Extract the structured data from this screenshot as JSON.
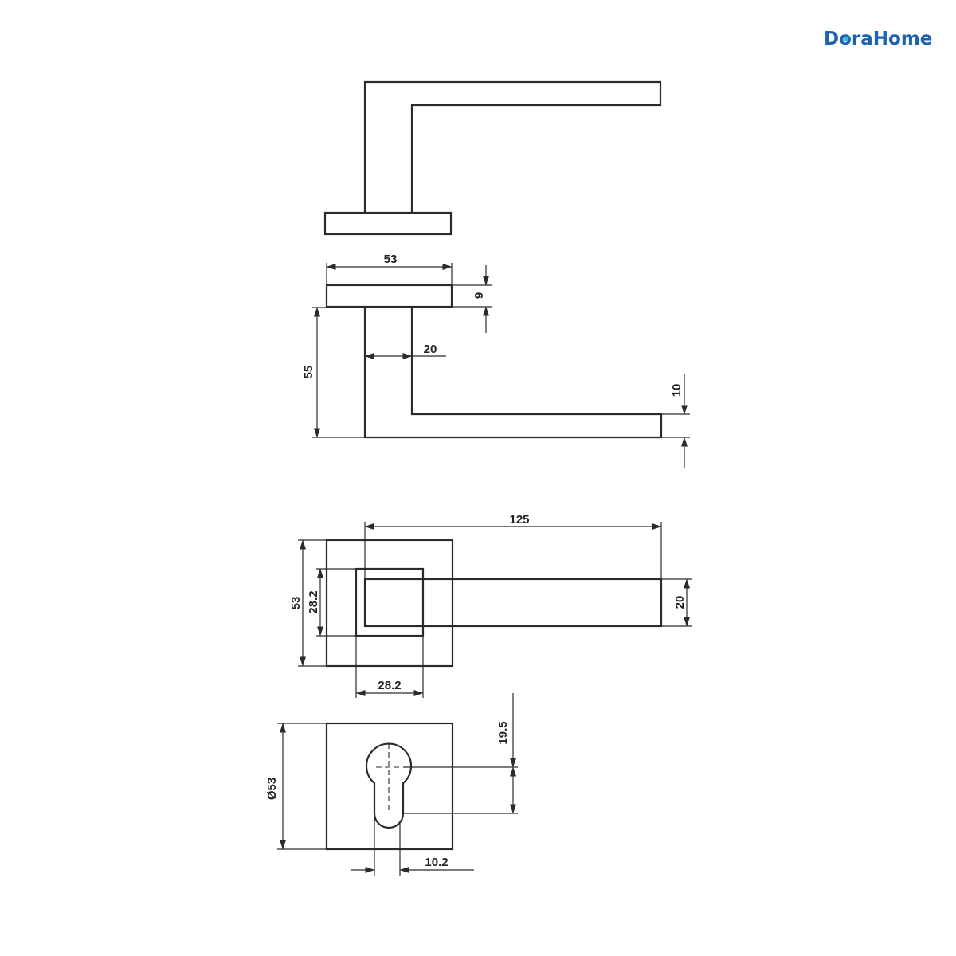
{
  "brand": {
    "name_part1": "D",
    "name_part2": "raHome",
    "color": "#1f63b0",
    "accent_color": "#35b7e8"
  },
  "dimensions": {
    "rose_width": "53",
    "rose_thickness": "9",
    "lever_projection": "55",
    "neck_width": "20",
    "lever_thickness": "10",
    "lever_length": "125",
    "rose_square": "53",
    "inner_square_height": "28.2",
    "lever_width": "20",
    "inner_square_width": "28.2",
    "keyhole_offset": "19.5",
    "escutcheon_size": "Ø53",
    "keyhole_width": "10.2"
  },
  "colors": {
    "line": "#2b2b2b",
    "text": "#222222"
  }
}
